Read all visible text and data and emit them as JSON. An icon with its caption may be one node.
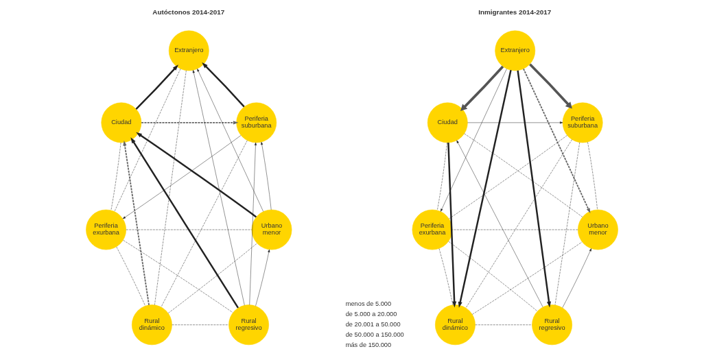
{
  "diagram": {
    "nodes": [
      {
        "text": [
          "Extranjero"
        ]
      },
      {
        "text": [
          "Ciudad"
        ]
      },
      {
        "text": [
          "Periferia suburbana"
        ]
      },
      {
        "text": [
          "Periferia exurbana"
        ]
      },
      {
        "text": [
          "Urbano menor"
        ]
      },
      {
        "text": [
          "Rural dinámico"
        ]
      },
      {
        "text": [
          "Rural regresivo"
        ]
      },
      {
        "text": [
          "Extranjero"
        ]
      },
      {
        "text": [
          "Ciudad"
        ]
      },
      {
        "text": [
          "Periferia suburbana"
        ]
      },
      {
        "text": [
          "Periferia exurbana"
        ]
      },
      {
        "text": [
          "Urbano menor"
        ]
      },
      {
        "text": [
          "Rural dinámico"
        ]
      },
      {
        "text": [
          "Rural regresivo"
        ]
      }
    ],
    "edges": [
      {
        "from": 1,
        "to": 0,
        "arrow": "to",
        "style": "thick"
      },
      {
        "from": 2,
        "to": 0,
        "arrow": "to",
        "style": "thick"
      },
      {
        "from": 1,
        "to": 2,
        "arrow": "to",
        "style": "dashed",
        "color": "#666666"
      },
      {
        "from": 0,
        "to": 3,
        "arrow": "none",
        "style": "dashed"
      },
      {
        "from": 0,
        "to": 5,
        "arrow": "none",
        "style": "dashed"
      },
      {
        "from": 6,
        "to": 0,
        "arrow": "to"
      },
      {
        "from": 4,
        "to": 0,
        "arrow": "to"
      },
      {
        "from": 1,
        "to": 3,
        "arrow": "none",
        "style": "dashed"
      },
      {
        "from": 5,
        "to": 1,
        "arrow": "to",
        "style": "dashed",
        "color": "#666666"
      },
      {
        "from": 6,
        "to": 1,
        "arrow": "to",
        "style": "thick"
      },
      {
        "from": 4,
        "to": 1,
        "arrow": "to",
        "style": "thick"
      },
      {
        "from": 2,
        "to": 3,
        "arrow": "to"
      },
      {
        "from": 2,
        "to": 5,
        "arrow": "none",
        "style": "dashed"
      },
      {
        "from": 6,
        "to": 2,
        "arrow": "to"
      },
      {
        "from": 4,
        "to": 2,
        "arrow": "to"
      },
      {
        "from": 3,
        "to": 4,
        "arrow": "none",
        "style": "dashed"
      },
      {
        "from": 3,
        "to": 6,
        "arrow": "none",
        "style": "dashed"
      },
      {
        "from": 3,
        "to": 5,
        "arrow": "none",
        "style": "dashed"
      },
      {
        "from": 5,
        "to": 4,
        "arrow": "none",
        "style": "dashed"
      },
      {
        "from": 6,
        "to": 4,
        "arrow": "to"
      },
      {
        "from": 5,
        "to": 6,
        "arrow": "none",
        "style": "dashed"
      },
      {
        "from": 7,
        "to": 8,
        "arrow": "to",
        "style": "thick",
        "color": "#555555"
      },
      {
        "from": 7,
        "to": 9,
        "arrow": "to",
        "style": "thick",
        "color": "#555555"
      },
      {
        "from": 7,
        "to": 11,
        "arrow": "to",
        "style": "dashed",
        "color": "#666666"
      },
      {
        "from": 7,
        "to": 10,
        "arrow": "to"
      },
      {
        "from": 7,
        "to": 12,
        "arrow": "to",
        "style": "thick"
      },
      {
        "from": 7,
        "to": 13,
        "arrow": "to",
        "style": "thick"
      },
      {
        "from": 8,
        "to": 9,
        "arrow": "to"
      },
      {
        "from": 8,
        "to": 11,
        "arrow": "none",
        "style": "dashed"
      },
      {
        "from": 8,
        "to": 10,
        "arrow": "none",
        "style": "dashed"
      },
      {
        "from": 8,
        "to": 12,
        "arrow": "to",
        "style": "thick"
      },
      {
        "from": 13,
        "to": 8,
        "arrow": "to"
      },
      {
        "from": 9,
        "to": 10,
        "arrow": "none",
        "style": "dashed"
      },
      {
        "from": 9,
        "to": 12,
        "arrow": "none",
        "style": "dashed"
      },
      {
        "from": 9,
        "to": 13,
        "arrow": "none",
        "style": "dashed"
      },
      {
        "from": 9,
        "to": 11,
        "arrow": "none",
        "style": "dashed"
      },
      {
        "from": 11,
        "to": 10,
        "arrow": "none",
        "style": "dashed"
      },
      {
        "from": 10,
        "to": 13,
        "arrow": "none",
        "style": "dashed"
      },
      {
        "from": 10,
        "to": 12,
        "arrow": "none",
        "style": "dashed"
      },
      {
        "from": 12,
        "to": 11,
        "arrow": "none",
        "style": "dashed"
      },
      {
        "from": 13,
        "to": 11,
        "arrow": "to"
      },
      {
        "from": 12,
        "to": 13,
        "arrow": "none",
        "style": "dashed"
      }
    ],
    "labels": [
      "Autóctonos 2014-2017",
      "Inmigrantes 2014-2017"
    ],
    "legend": [
      {
        "text": "menos de 5.000"
      },
      {
        "text": "de 5.000 a 20.000"
      },
      {
        "text": "de 20.001 a 50.000"
      },
      {
        "text": "de 50.000 a 150.000"
      },
      {
        "text": "más de 150.000"
      }
    ]
  }
}
